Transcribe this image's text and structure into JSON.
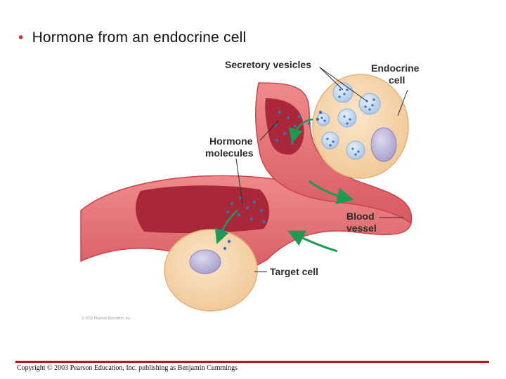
{
  "slide": {
    "bullet": "•",
    "title": "Hormone from an endocrine cell"
  },
  "diagram": {
    "labels": {
      "secretory_vesicles": "Secretory vesicles",
      "endocrine_cell_line1": "Endocrine",
      "endocrine_cell_line2": "cell",
      "hormone_molecules_line1": "Hormone",
      "hormone_molecules_line2": "molecules",
      "blood_vessel_line1": "Blood",
      "blood_vessel_line2": "vessel",
      "target_cell": "Target cell"
    },
    "credit": "© 2013 Pearson Education, Inc."
  },
  "footer": {
    "copyright": "Copyright © 2003 Pearson Education, Inc. publishing as Benjamin Cummings"
  },
  "colors": {
    "accent": "#c0161b",
    "vessel_wall": "#e06a6e",
    "vessel_lumen": "#a8283a",
    "cell_body": "#f6d7ae",
    "nucleus": "#b9b2d6",
    "vesicle": "#c9dcef",
    "hormone_dot": "#3c6fb5",
    "flow_arrow": "#1f9a52"
  }
}
